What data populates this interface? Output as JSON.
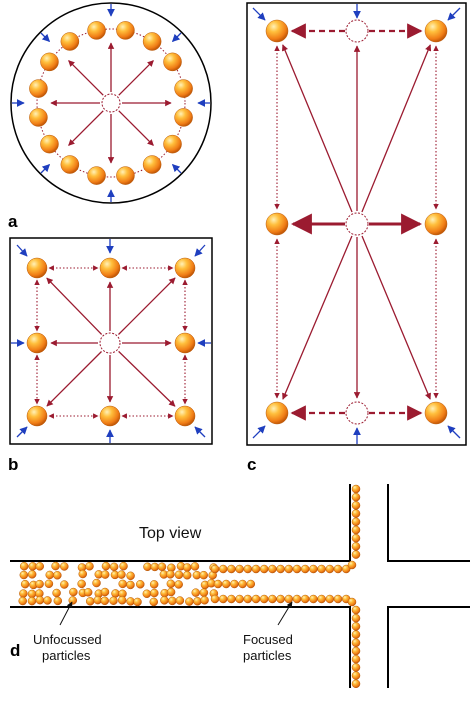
{
  "labels": {
    "a": "a",
    "b": "b",
    "c": "c",
    "d": "d"
  },
  "panel_d": {
    "top_view": "Top view",
    "unfocused_line1": "Unfocussed",
    "unfocused_line2": "particles",
    "focused_line1": "Focused",
    "focused_line2": "particles"
  },
  "colors": {
    "particle_fill": "#f08a1c",
    "particle_highlight": "#ffe3a0",
    "center_arrow": "#9b1b30",
    "spacing_arrow": "#9b1b30",
    "wall_arrow": "#1f3fbf",
    "outline": "#000000"
  }
}
